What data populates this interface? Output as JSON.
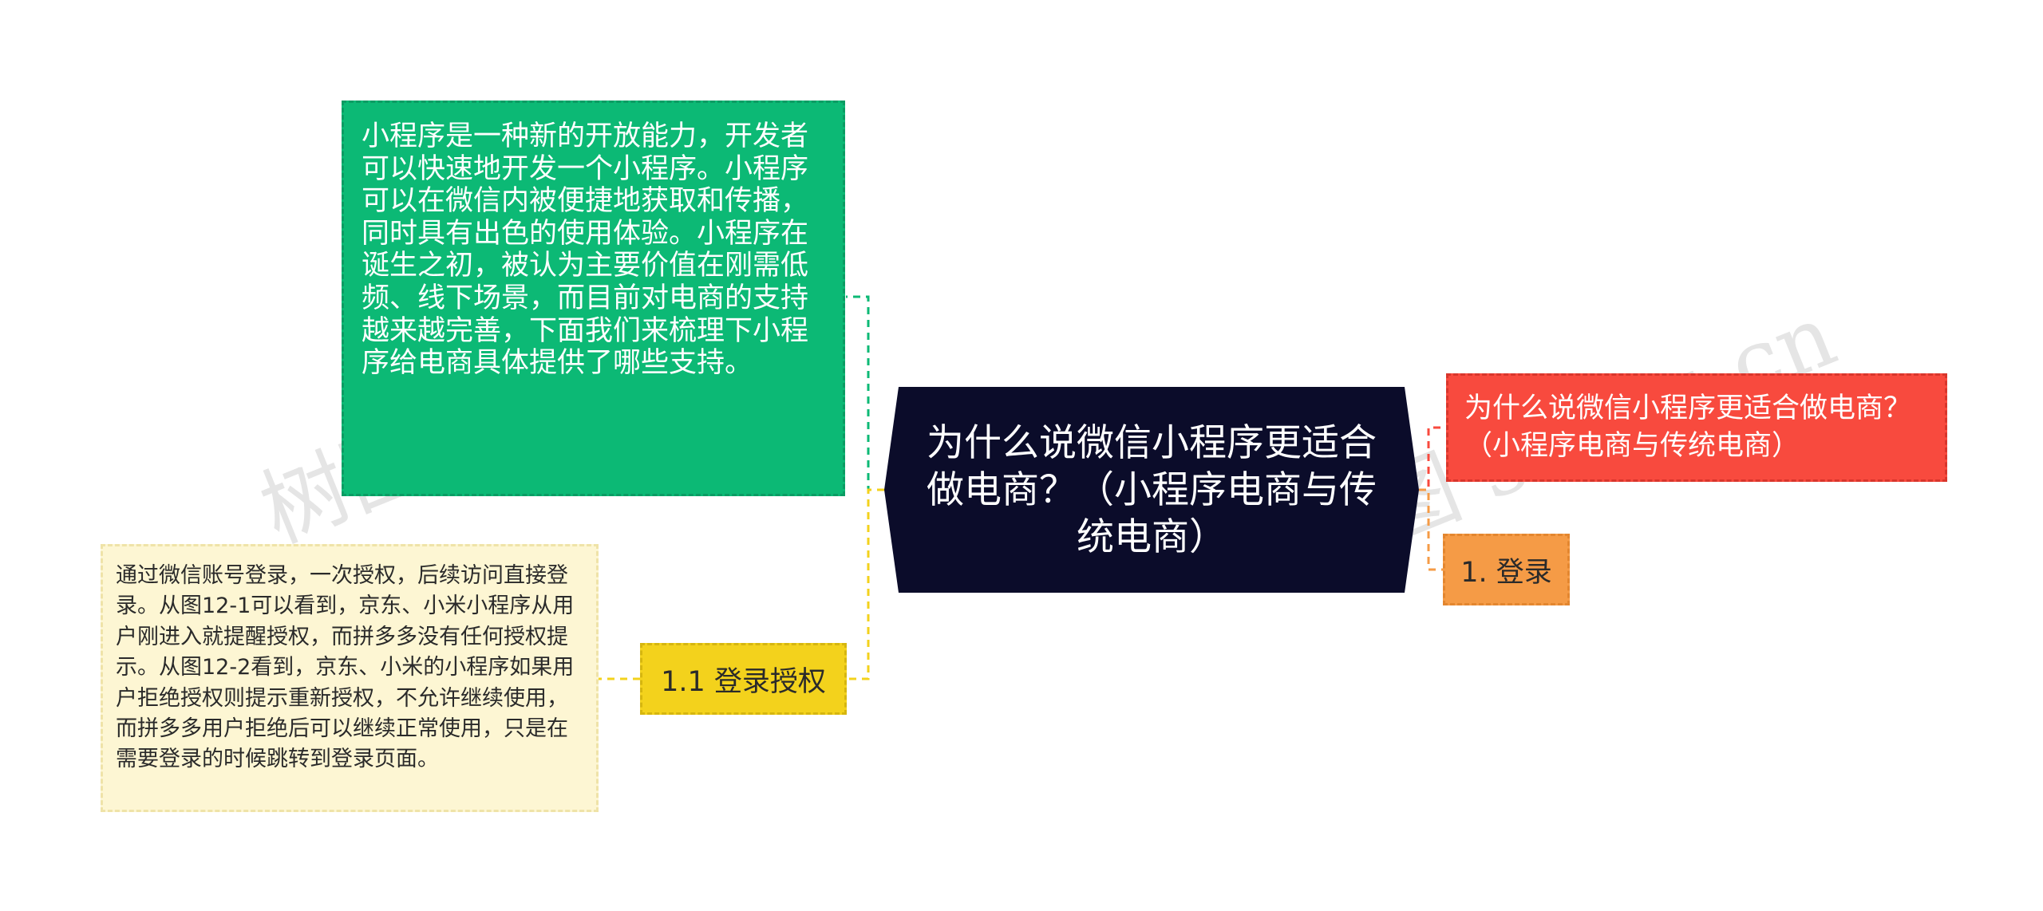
{
  "center_topic": {
    "text": "为什么说微信小程序更适合做电商？（小程序电商与传统电商）",
    "bg_color": "#0b0c2a"
  },
  "left_branches": [
    {
      "id": "green",
      "text": "小程序是一种新的开放能力，开发者可以快速地开发一个小程序。小程序可以在微信内被便捷地获取和传播，同时具有出色的使用体验。小程序在诞生之初，被认为主要价值在刚需低频、线下场景，而目前对电商的支持越来越完善，下面我们来梳理下小程序给电商具体提供了哪些支持。",
      "bg_color": "#0cb975"
    },
    {
      "id": "yellow",
      "text": "1.1 登录授权",
      "bg_color": "#f3d21c",
      "children": [
        {
          "id": "cream",
          "text": "通过微信账号登录，一次授权，后续访问直接登录。从图12-1可以看到，京东、小米小程序从用户刚进入就提醒授权，而拼多多没有任何授权提示。从图12-2看到，京东、小米的小程序如果用户拒绝授权则提示重新授权，不允许继续使用，而拼多多用户拒绝后可以继续正常使用，只是在需要登录的时候跳转到登录页面。",
          "bg_color": "#fdf6d3"
        }
      ]
    }
  ],
  "right_branches": [
    {
      "id": "red",
      "text": "为什么说微信小程序更适合做电商？（小程序电商与传统电商）",
      "bg_color": "#f84a3e"
    },
    {
      "id": "orange",
      "text": "1. 登录",
      "bg_color": "#f59b46"
    }
  ],
  "watermark": {
    "left_text": "树图 shutu.cn",
    "right_text": "树图 shutu.cn"
  },
  "connector_colors": {
    "green": "#0cb975",
    "yellow": "#f3d21c",
    "red": "#f84a3e",
    "orange": "#f59b46"
  }
}
